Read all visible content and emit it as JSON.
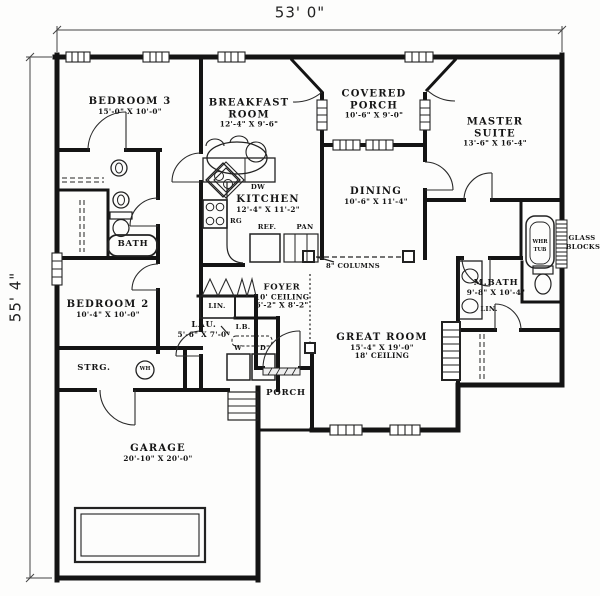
{
  "dimensions": {
    "width": "53' 0\"",
    "height": "55' 4\""
  },
  "rooms": {
    "bedroom3": {
      "name": "BEDROOM 3",
      "size": "15'-0\" X 10'-0\""
    },
    "breakfast": {
      "name": "BREAKFAST",
      "name2": "ROOM",
      "size": "12'-4\" X 9'-6\""
    },
    "covered_porch": {
      "name": "COVERED",
      "name2": "PORCH",
      "size": "10'-6\" X 9'-0\""
    },
    "master_suite": {
      "name": "MASTER",
      "name2": "SUITE",
      "size": "13'-6\" X 16'-4\""
    },
    "kitchen": {
      "name": "KITCHEN",
      "size": "12'-4\" X 11'-2\""
    },
    "dining": {
      "name": "DINING",
      "size": "10'-6\" X 11'-4\""
    },
    "bath": {
      "name": "BATH"
    },
    "bedroom2": {
      "name": "BEDROOM 2",
      "size": "10'-4\" X 10'-0\""
    },
    "foyer": {
      "name": "FOYER",
      "ceiling": "10' CEILING",
      "size": "6'-2\" X 8'-2\""
    },
    "laundry": {
      "name": "LAU.",
      "size": "5'-6\" X 7'-0\""
    },
    "great_room": {
      "name": "GREAT ROOM",
      "size": "15'-4\" X 19'-0\"",
      "ceiling": "18' CEILING"
    },
    "master_bath": {
      "name": "M.BATH",
      "size": "9'-8\" X 10'-4\""
    },
    "storage": {
      "name": "STRG."
    },
    "garage": {
      "name": "GARAGE",
      "size": "20'-10\" X 20'-0\""
    },
    "porch": {
      "name": "PORCH"
    }
  },
  "fixtures": {
    "dishwasher": "DW",
    "range": "RG",
    "refrigerator": "REF.",
    "pantry": "PAN",
    "washer": "W",
    "dryer": "D",
    "ironing_board": "I.B.",
    "linen_hall": "LIN.",
    "linen_mbath": "LIN.",
    "water_heater": "WH",
    "whr_tub_line1": "WHR",
    "whr_tub_line2": "TUB",
    "glass_blocks_line1": "GLASS",
    "glass_blocks_line2": "BLOCKS",
    "columns_note": "8\" COLUMNS"
  }
}
